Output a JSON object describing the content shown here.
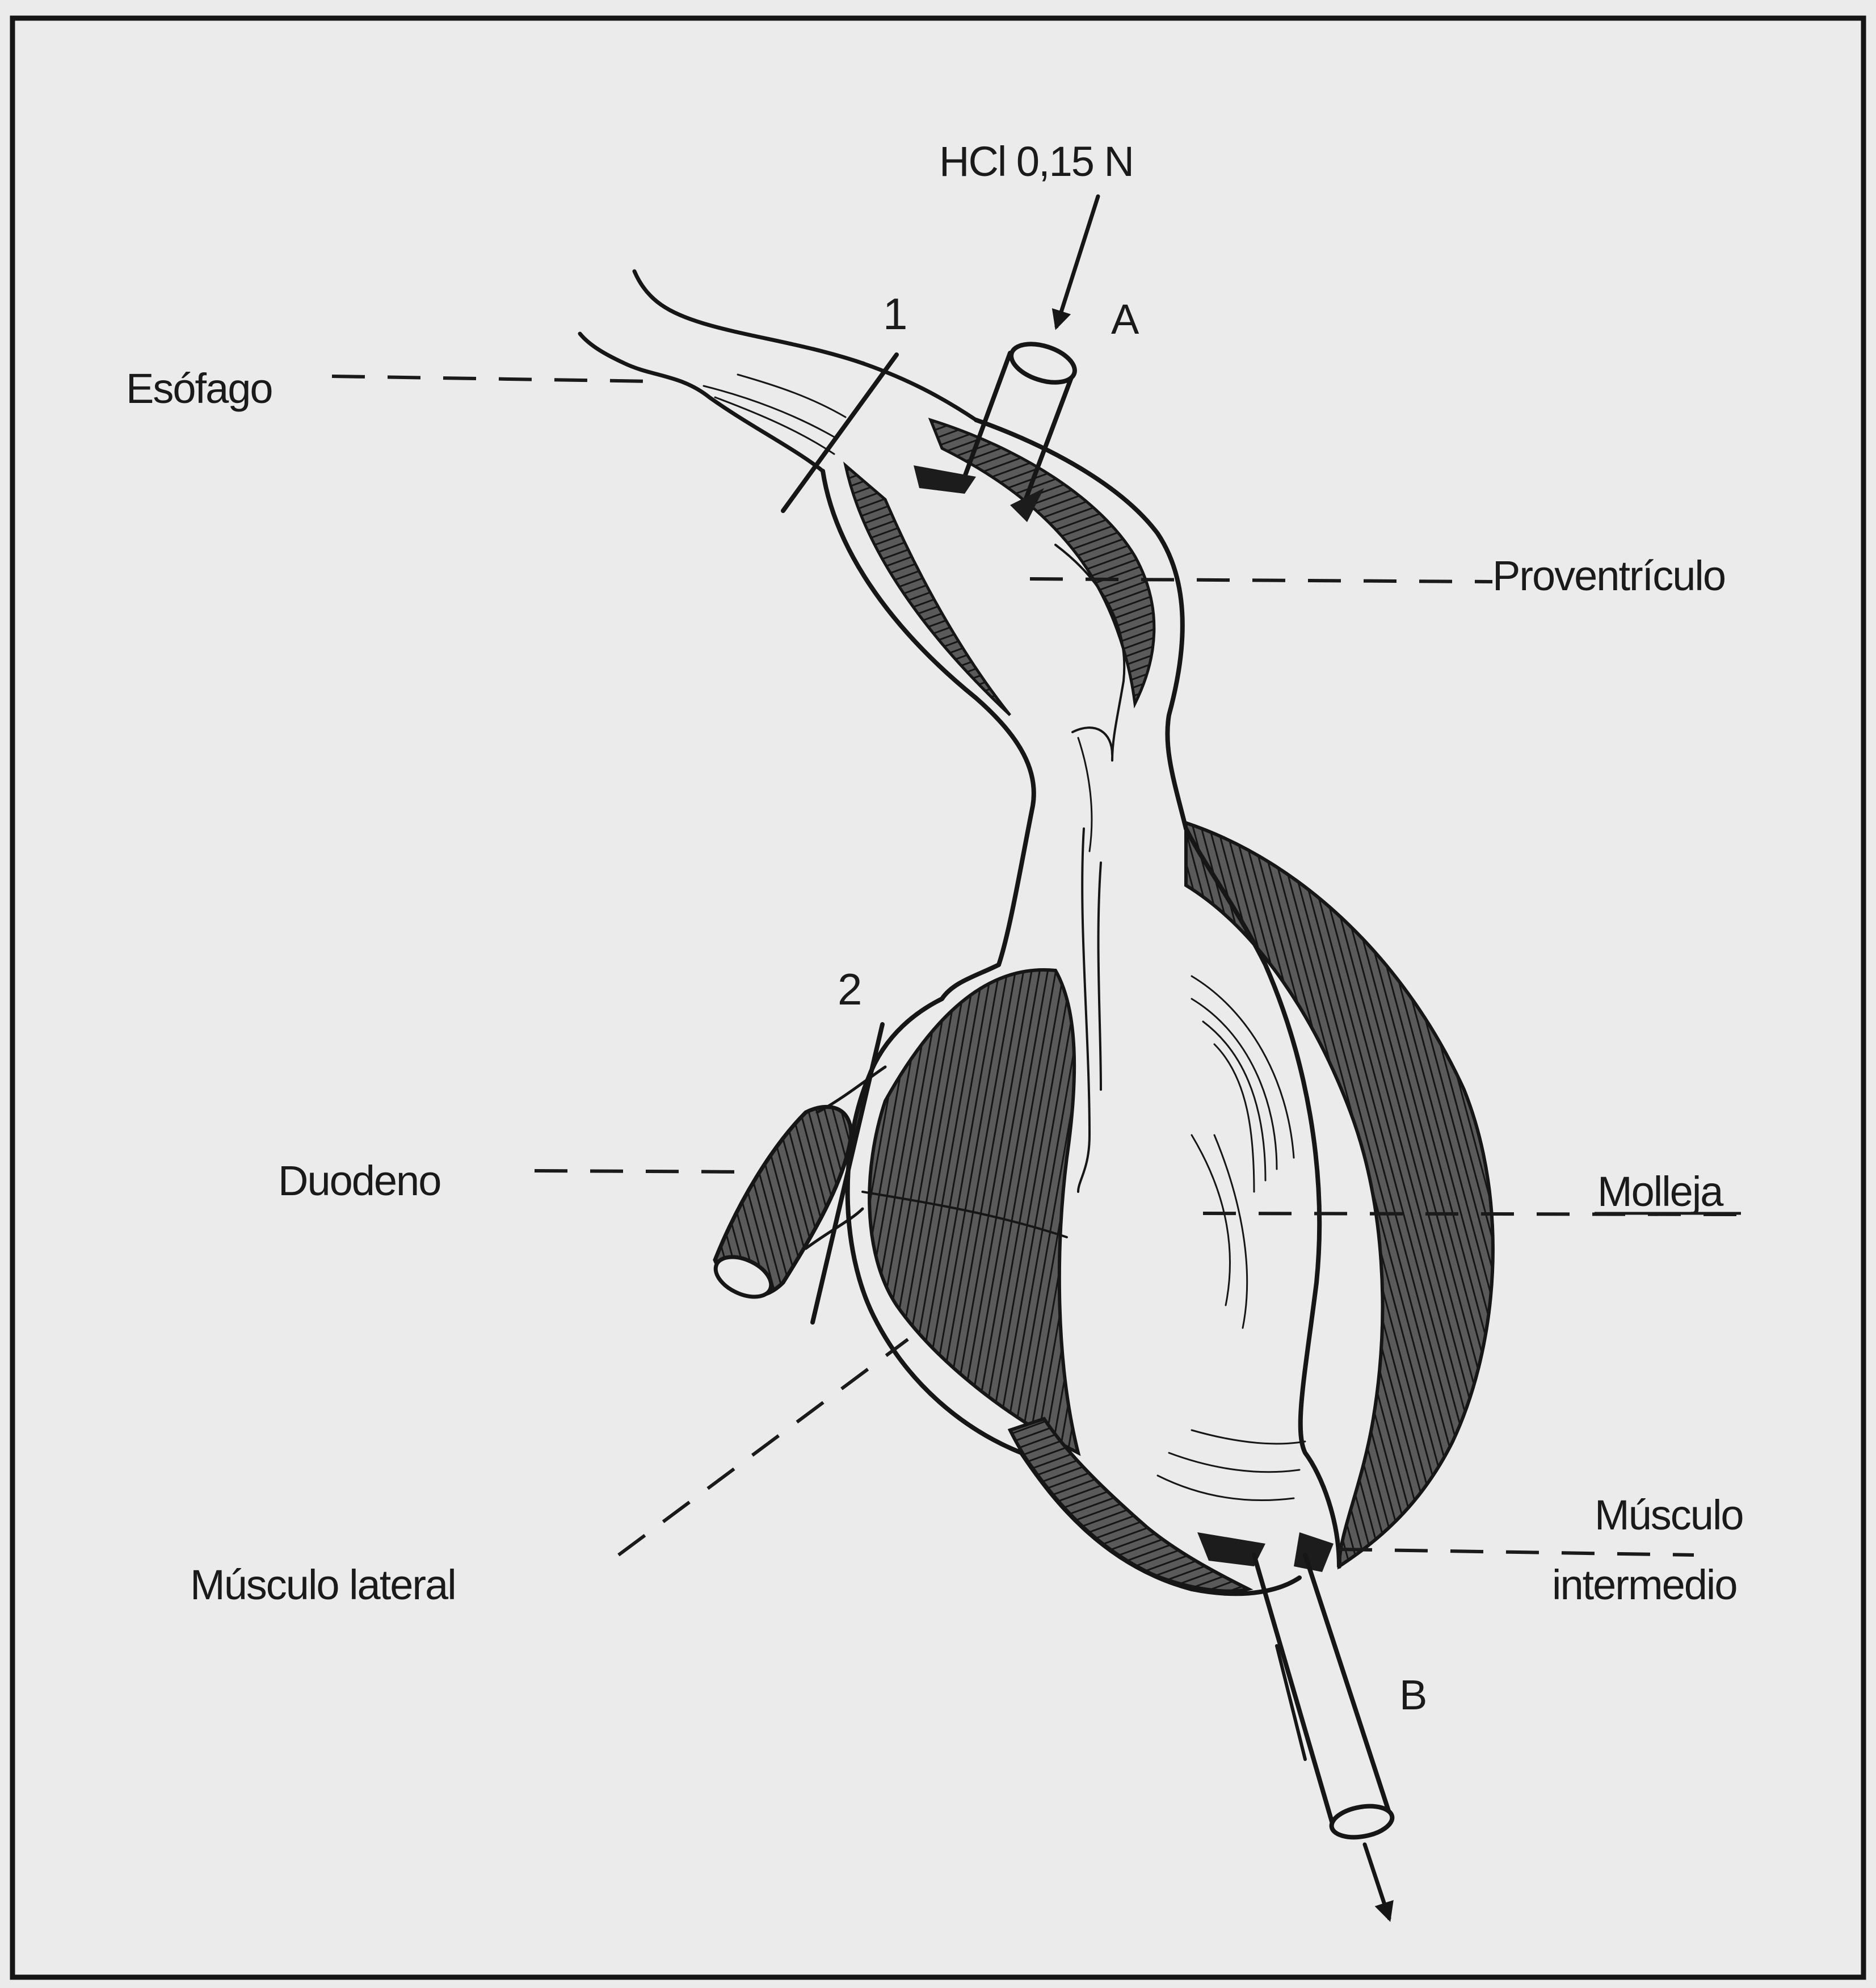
{
  "labels": {
    "acid": "HCl   0,15 N",
    "inlet": "A",
    "outlet": "B",
    "cut1": "1",
    "cut2": "2",
    "esophagus": "Esófago",
    "proventriculus": "Proventrículo",
    "duodenum": "Duodeno",
    "gizzard": "Molleja",
    "lateral_muscle": "Músculo lateral",
    "intermediate_muscle_line1": "Músculo",
    "intermediate_muscle_line2": "intermedio"
  },
  "colors": {
    "paper": "#ebebeb",
    "ink": "#161616",
    "muscle": "#4a4a4a"
  }
}
